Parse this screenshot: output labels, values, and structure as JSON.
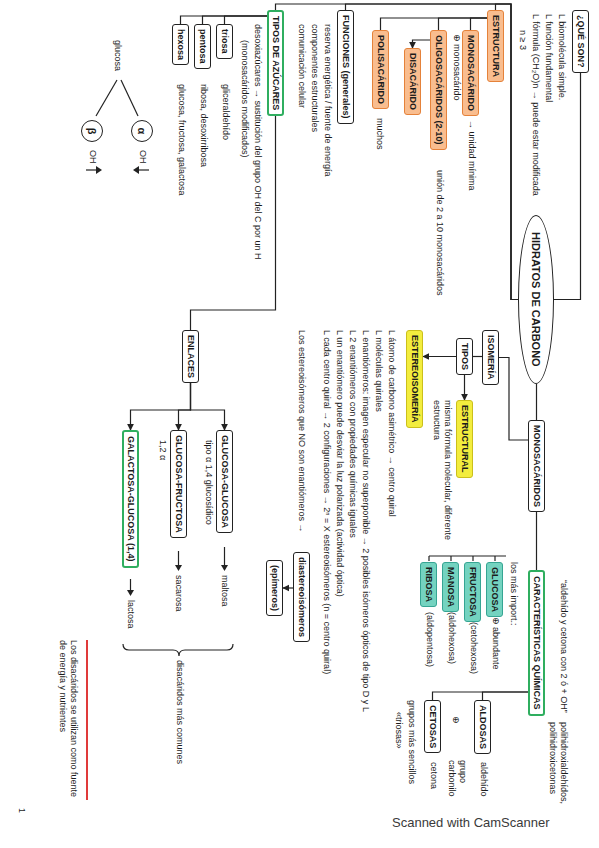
{
  "diagram": {
    "nodes": [
      {
        "text": [
          "¿QUÉ SON?"
        ]
      },
      {
        "text": [
          "HIDRATOS DE CARBONO"
        ]
      },
      {
        "text": [
          "ESTRUCTURA"
        ]
      },
      {
        "text": [
          "MONOSACÁRIDO"
        ]
      },
      {
        "text": [
          "OLIGOSACÁRIDOS (2-10)"
        ]
      },
      {
        "text": [
          "DISACÁRIDO"
        ]
      },
      {
        "text": [
          "POLISACÁRIDO"
        ]
      },
      {
        "text": [
          "FUNCIONES (generales)"
        ]
      },
      {
        "text": [
          "TIPOS DE AZÚCARES"
        ]
      },
      {
        "text": [
          "triosa"
        ]
      },
      {
        "text": [
          "pentosa"
        ]
      },
      {
        "text": [
          "hexosa"
        ]
      },
      {
        "text": [
          "α"
        ]
      },
      {
        "text": [
          "β"
        ]
      },
      {
        "text": [
          "MONOSACÁRIDOS"
        ]
      },
      {
        "text": [
          "CARACTERÍSTICAS QUÍMICAS"
        ]
      },
      {
        "text": [
          "ALDOSAS"
        ]
      },
      {
        "text": [
          "CETOSAS"
        ]
      },
      {
        "text": [
          "GLUCOSA"
        ]
      },
      {
        "text": [
          "FRUCTOSA"
        ]
      },
      {
        "text": [
          "MANOSA"
        ]
      },
      {
        "text": [
          "RIBOSA"
        ]
      },
      {
        "text": [
          "ISOMERÍA"
        ]
      },
      {
        "text": [
          "TIPOS"
        ]
      },
      {
        "text": [
          "ESTRUCTURAL"
        ]
      },
      {
        "text": [
          "ESTEREOISOMERÍA"
        ]
      },
      {
        "text": [
          "diastereoisómeros"
        ]
      },
      {
        "text": [
          "(epímeros)"
        ]
      },
      {
        "text": [
          "ENLACES"
        ]
      },
      {
        "text": [
          "GLUCOSA-GLUCOSA"
        ]
      },
      {
        "text": [
          "GLUCOSA-FRUCTOSA"
        ]
      },
      {
        "text": [
          "GALACTOSA-GLUCOSA (1,4)"
        ]
      }
    ],
    "edges": [
      {
        "from": 1,
        "to": 0,
        "arrow": "none"
      },
      {
        "from": 1,
        "to": 2,
        "arrow": "none"
      },
      {
        "from": 1,
        "to": 7,
        "arrow": "none"
      },
      {
        "from": 1,
        "to": 8,
        "arrow": "none"
      },
      {
        "from": 1,
        "to": 14,
        "arrow": "none"
      },
      {
        "from": 2,
        "to": 3,
        "arrow": "none"
      },
      {
        "from": 2,
        "to": 4,
        "arrow": "none"
      },
      {
        "from": 4,
        "to": 5,
        "arrow": "to"
      },
      {
        "from": 2,
        "to": 6,
        "arrow": "none"
      },
      {
        "from": 8,
        "to": 9,
        "arrow": "none"
      },
      {
        "from": 8,
        "to": 10,
        "arrow": "none"
      },
      {
        "from": 8,
        "to": 11,
        "arrow": "none"
      },
      {
        "from": 14,
        "to": 15,
        "arrow": "none"
      },
      {
        "from": 15,
        "to": 16,
        "arrow": "none"
      },
      {
        "from": 15,
        "to": 17,
        "arrow": "none"
      },
      {
        "from": 14,
        "to": 22,
        "arrow": "none"
      },
      {
        "from": 22,
        "to": 23,
        "arrow": "none"
      },
      {
        "from": 23,
        "to": 24,
        "arrow": "to"
      },
      {
        "from": 23,
        "to": 25,
        "arrow": "to"
      },
      {
        "from": 26,
        "to": 27,
        "arrow": "to"
      },
      {
        "from": 8,
        "to": 28,
        "arrow": "none"
      },
      {
        "from": 28,
        "to": 29,
        "arrow": "to"
      },
      {
        "from": 28,
        "to": 30,
        "arrow": "to"
      },
      {
        "from": 28,
        "to": 31,
        "arrow": "to"
      }
    ],
    "labels": [
      "L biomolécula simple.",
      "L función fundamental",
      "L fórmula (CH₂O)n → puede estar modificada",
      "n ≥ 3",
      "→ unidad mínima",
      "⊕ monosacárido",
      "unión de 2 a 10 monosacáridos",
      "muchos",
      "reserva energética / fuente de energía",
      "componentes estructurales",
      "comunicación celular",
      "desoxiazúcares → sustitución del grupo OH del C por un H",
      "(monosacáridos modificados)",
      "gliceraldehído",
      "ribosa, desoxirribosa",
      "glucosa, fructosa, galactosa",
      "glucosa",
      "OH",
      "OH",
      "“aldehído y cetona con 2 ó + OH”",
      "polihidroxialdehídos, polihidroxicetonas",
      "los más import.:",
      "⊕ abundante",
      "(cetohexosa)",
      "(aldohexosa)",
      "(aldopentosa)",
      "aldehído",
      "⊕",
      "grupo carbonilo",
      "cetona",
      "grupos más sencillos",
      "«triosas»",
      "misma fórmula molecular, diferente estructura",
      "L átomo de carbono asimétrico → centro quiral",
      "L moléculas quirales",
      "L enantiómeros: imagen especular no superponible → 2 posibles isómeros ópticos de tipo D y L",
      "L 2 enantiómeros con propiedades químicas iguales",
      "L un enantiómero puede desviar la luz polarizada (actividad óptica)",
      "L cada centro quiral → 2 configuraciones → 2ⁿ = X estereoisómeros (n = centro quiral)",
      "Los estereoisómeros que NO son enantiómeros →",
      "tipo α 1,4 glucosídico",
      "maltosa",
      "1,2 α",
      "sacarosa",
      "lactosa",
      "disacáridos más comunes",
      "Los disacáridos se utilizan como fuente de energía y nutrientes",
      "1",
      "Scanned with CamScanner"
    ]
  }
}
